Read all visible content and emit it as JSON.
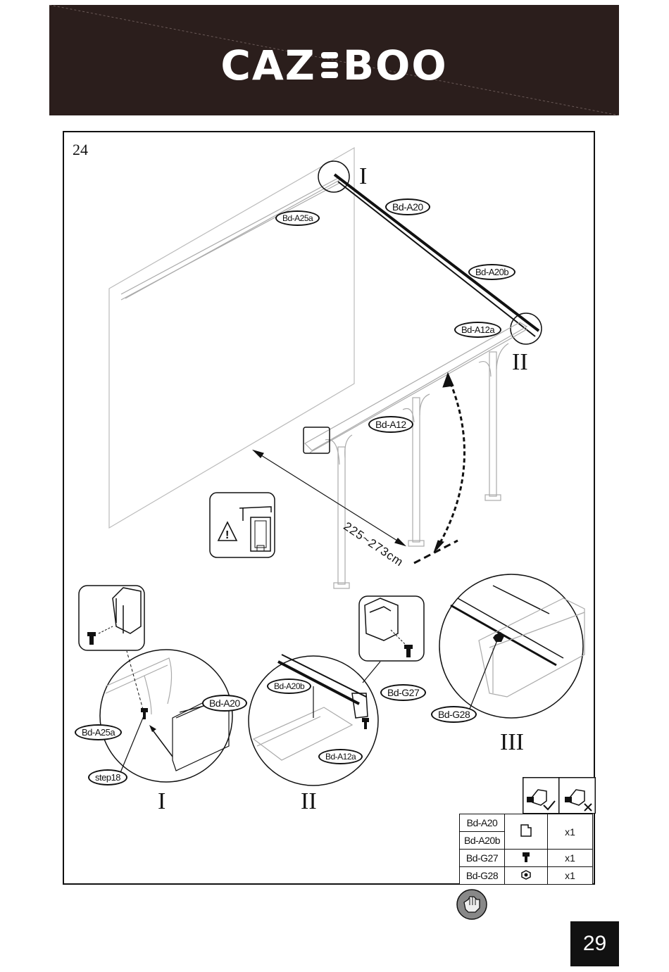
{
  "brand": {
    "name_left": "CAZ",
    "name_right": "BOO"
  },
  "step": {
    "number": "24"
  },
  "part_labels": {
    "a20_top": "Bd-A20",
    "a20b_top": "Bd-A20b",
    "a25a_top": "Bd-A25a",
    "a12a_top": "Bd-A12a",
    "a12_top": "Bd-A12",
    "a20_detail": "Bd-A20",
    "a25a_detail": "Bd-A25a",
    "step18": "step18",
    "a20b_detail": "Bd-A20b",
    "g27_detail": "Bd-G27",
    "a12a_detail": "Bd-A12a",
    "g28_detail": "Bd-G28"
  },
  "callouts": {
    "top_I": "I",
    "top_II": "II",
    "detail_I": "I",
    "detail_II": "II",
    "detail_III": "III"
  },
  "dimension": "225~273cm",
  "parts_table": {
    "rows": [
      {
        "codes": [
          "Bd-A20",
          "Bd-A20b"
        ],
        "icon": "profile-icon",
        "qty": "x1"
      },
      {
        "codes": [
          "Bd-G27"
        ],
        "icon": "screw-icon",
        "qty": "x1"
      },
      {
        "codes": [
          "Bd-G28"
        ],
        "icon": "nut-icon",
        "qty": "x1"
      }
    ]
  },
  "page": {
    "number": "29"
  }
}
